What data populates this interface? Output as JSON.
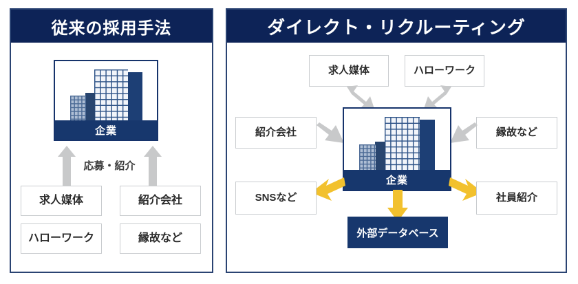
{
  "theme": {
    "navy": "#0d2357",
    "panel_border": "#2a4372",
    "company_navy": "#17376d",
    "gray_arrow": "#c8c9ca",
    "gold_arrow": "#f2c12e",
    "chip_border": "#c9cccf",
    "text_dark": "#2b2b2b"
  },
  "left_panel": {
    "title": "従来の採用手法",
    "company": {
      "label": "企業",
      "icon": "office-building-icon"
    },
    "flow_label": "応募・紹介",
    "arrows": [
      {
        "name": "arrow-up-left",
        "direction": "up",
        "color": "#c8c9ca"
      },
      {
        "name": "arrow-up-right",
        "direction": "up",
        "color": "#c8c9ca"
      }
    ],
    "sources": [
      {
        "label": "求人媒体",
        "name": "source-job-media"
      },
      {
        "label": "紹介会社",
        "name": "source-agency"
      },
      {
        "label": "ハローワーク",
        "name": "source-hello-work"
      },
      {
        "label": "縁故など",
        "name": "source-referral"
      }
    ]
  },
  "right_panel": {
    "title": "ダイレクト・リクルーティング",
    "company": {
      "label": "企業",
      "icon": "office-building-icon"
    },
    "inbound": [
      {
        "label": "求人媒体",
        "name": "inbound-job-media",
        "position": "top-left",
        "arrow": "diagonal-down-right",
        "color": "#c8c9ca"
      },
      {
        "label": "ハローワーク",
        "name": "inbound-hello-work",
        "position": "top-right",
        "arrow": "diagonal-down-left",
        "color": "#c8c9ca"
      },
      {
        "label": "紹介会社",
        "name": "inbound-agency",
        "position": "middle-left",
        "arrow": "diagonal-right",
        "color": "#c8c9ca"
      },
      {
        "label": "縁故など",
        "name": "inbound-referral",
        "position": "middle-right",
        "arrow": "diagonal-left",
        "color": "#c8c9ca"
      }
    ],
    "outbound": [
      {
        "label": "SNSなど",
        "name": "outbound-sns",
        "position": "bottom-left",
        "arrow": "diagonal-left",
        "color": "#f2c12e"
      },
      {
        "label": "社員紹介",
        "name": "outbound-employee",
        "position": "bottom-right",
        "arrow": "diagonal-right",
        "color": "#f2c12e"
      }
    ],
    "database": {
      "label": "外部データベース",
      "name": "external-database",
      "arrow": "down",
      "color": "#f2c12e"
    }
  }
}
